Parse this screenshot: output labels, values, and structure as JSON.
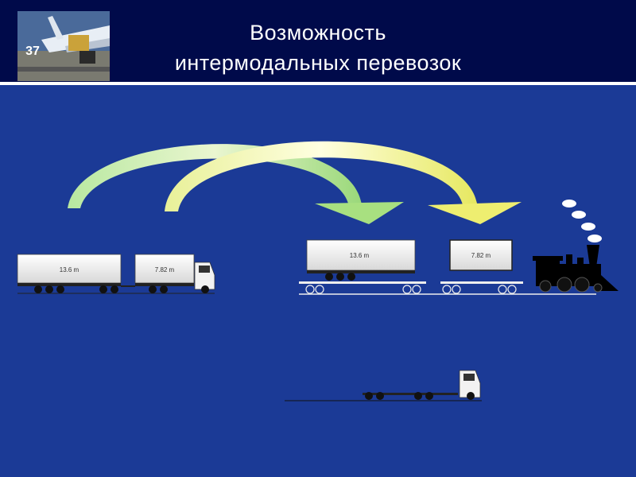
{
  "slide": {
    "number": "37",
    "title_line1": "Возможность",
    "title_line2": "интермодальных перевозок"
  },
  "vehicles": {
    "road_train": {
      "trailer_length": "13.6 m",
      "truck_body_length": "7.82 m"
    },
    "rail_wagon_1": {
      "trailer_length": "13.6 m"
    },
    "rail_wagon_2": {
      "swap_body_length": "7.82 m"
    }
  },
  "icons": [
    "airplane-cargo-logo-icon",
    "locomotive-icon",
    "tractor-unit-icon",
    "transfer-arrow-icon"
  ],
  "colors": {
    "background": "#1b3a96",
    "header": "#000a4a",
    "arrow_green": "#c8f0a0",
    "arrow_yellow": "#f0f07a"
  }
}
